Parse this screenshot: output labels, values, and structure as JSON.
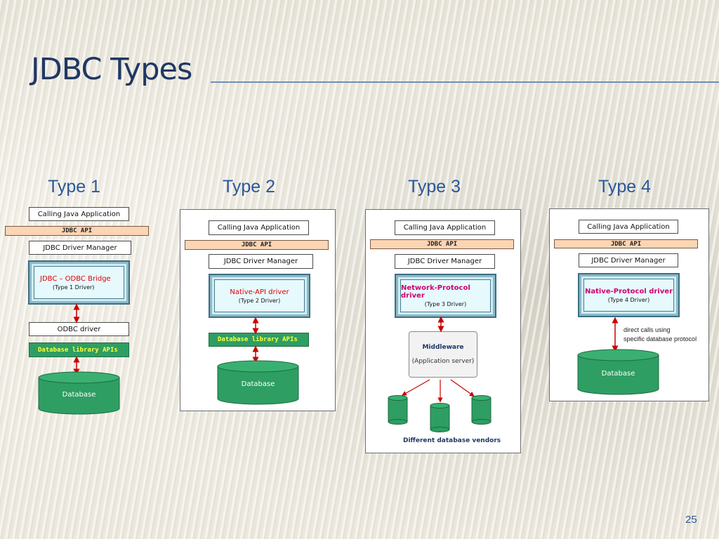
{
  "slide": {
    "title": "JDBC Types",
    "page_number": "25"
  },
  "types": [
    {
      "label": "Type 1",
      "calling": "Calling Java Application",
      "api": "JDBC API",
      "manager": "JDBC Driver Manager",
      "driver_name": "JDBC – ODBC Bridge",
      "driver_sub": "(Type 1 Driver)",
      "odbc": "ODBC driver",
      "lib": "Database library APIs",
      "database": "Database"
    },
    {
      "label": "Type 2",
      "calling": "Calling Java Application",
      "api": "JDBC API",
      "manager": "JDBC Driver Manager",
      "driver_name": "Native-API driver",
      "driver_sub": "(Type 2 Driver)",
      "lib": "Database library APIs",
      "database": "Database"
    },
    {
      "label": "Type 3",
      "calling": "Calling Java Application",
      "api": "JDBC API",
      "manager": "JDBC Driver Manager",
      "driver_name": "Network-Protocol driver",
      "driver_sub": "(Type 3 Driver)",
      "middleware_title": "Middleware",
      "middleware_sub": "(Application server)",
      "vendors": "Different database vendors"
    },
    {
      "label": "Type 4",
      "calling": "Calling Java Application",
      "api": "JDBC API",
      "manager": "JDBC Driver Manager",
      "driver_name": "Native-Protocol driver",
      "driver_sub": "(Type 4 Driver)",
      "note_line1": "direct calls using",
      "note_line2": "specific database protocol",
      "database": "Database"
    }
  ],
  "colors": {
    "title": "#1f3864",
    "driver_name_red": "#e00000",
    "driver_name_magenta": "#d0006f",
    "database_green": "#2e9e63",
    "api_orange": "#fcd5b5",
    "arrow_red": "#cc0000"
  }
}
